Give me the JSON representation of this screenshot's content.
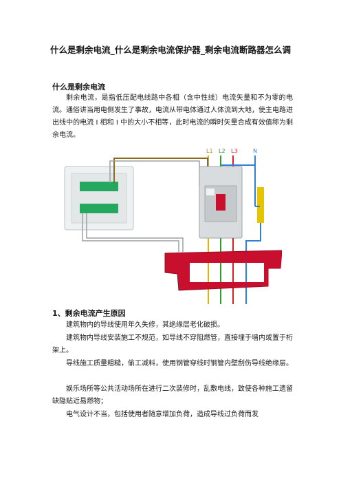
{
  "doc": {
    "title": "什么是剩余电流_什么是剩余电流保护器_剩余电流断路器怎么调",
    "section1_heading": "什么是剩余电流",
    "section1_body": "剩余电流，是指低压配电线路中各相（含中性线）电流矢量和不为零的电流。通俗讲当用电侧发生了事故，电流从带电体通过人体流到大地，使主电路进出线中的电流 I 相和 I 中的大小不相等，此时电流的瞬时矢量合成有效值称为剩余电流。",
    "section2_heading": "1、剩余电流产生原因",
    "causes": [
      "建筑物内的导线使用年久失修，其绝缘层老化破损。",
      "建筑物内导线安装施工不规范，如导线不穿阻燃管，直接埋于墙内或置于桁架上。",
      "导线施工质量粗糙，偷工减料，使用钢管穿线时钢管内壁刮伤导线绝缘层。",
      "娱乐场所等公共活动场所在进行二次装修时，乱敷电线，致使各种施工遗留缺隐贴近易燃物；",
      "电气设计不当，包括使用者随意增加负荷，造成导线过负荷而发"
    ]
  },
  "figure": {
    "wire_labels": [
      "L1",
      "L2",
      "L3",
      "N"
    ],
    "colors": {
      "l1": "#e0b400",
      "l2": "#2aa02a",
      "l3": "#d62020",
      "n": "#2f7fd6",
      "ct": "#c8102e"
    }
  }
}
